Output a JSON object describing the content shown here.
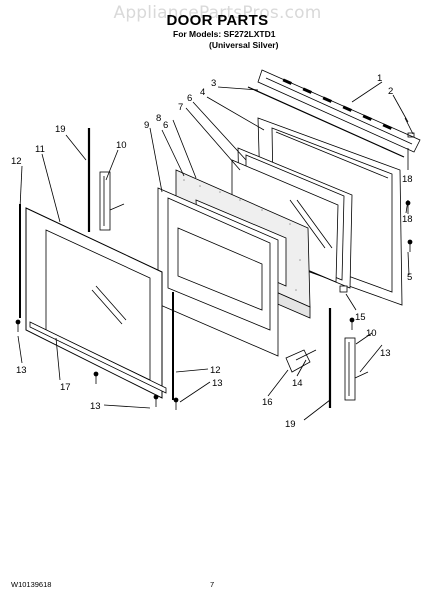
{
  "watermark": "AppliancePartsPros.com",
  "title": "DOOR PARTS",
  "models_line": "For Models: SF272LXTD1",
  "color_line": "(Universal Silver)",
  "doc_number": "W10139618",
  "page_number": "7",
  "callouts": [
    "1",
    "2",
    "3",
    "4",
    "5",
    "6",
    "6",
    "7",
    "8",
    "9",
    "10",
    "10",
    "11",
    "12",
    "12",
    "13",
    "13",
    "13",
    "13",
    "14",
    "15",
    "16",
    "17",
    "18",
    "18",
    "19",
    "19"
  ]
}
